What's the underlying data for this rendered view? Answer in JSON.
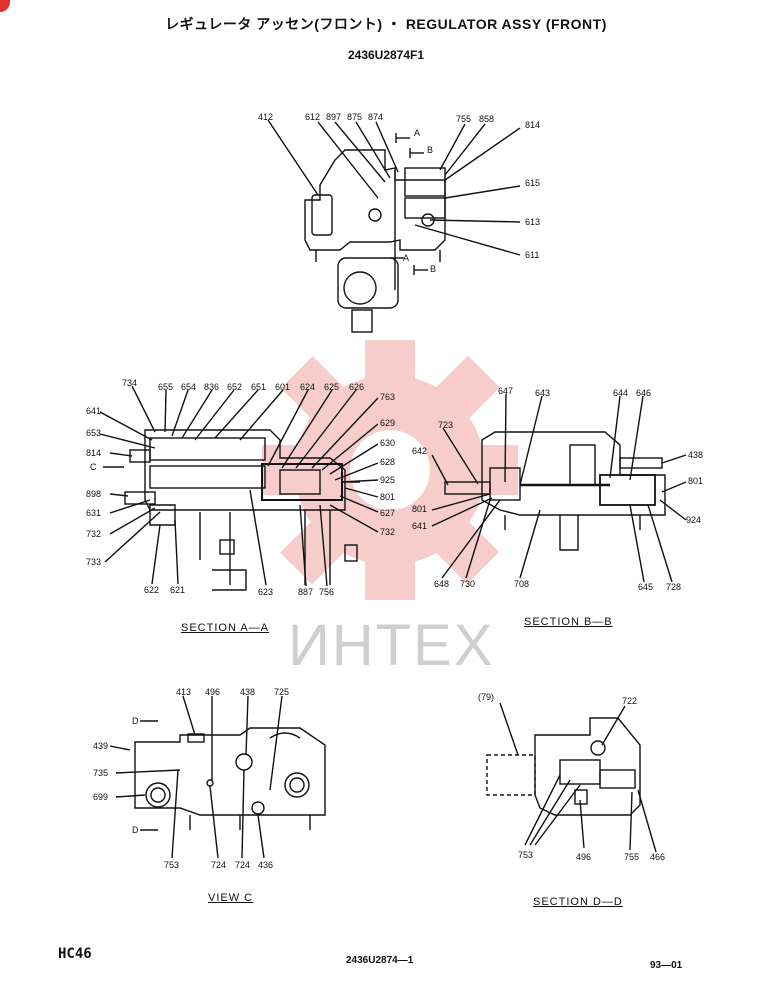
{
  "header": {
    "title": "レギュレータ アッセン(フロント) ・ REGULATOR ASSY (FRONT)",
    "drawing_code": "2436U2874F1"
  },
  "top_view": {
    "labels": [
      "412",
      "612",
      "897",
      "875",
      "874",
      "755",
      "858",
      "814",
      "615",
      "613",
      "611"
    ],
    "arrows": [
      "A",
      "B",
      "A",
      "B"
    ]
  },
  "section_aa": {
    "caption": "SECTION A—A",
    "labels": [
      "734",
      "655",
      "654",
      "836",
      "652",
      "651",
      "601",
      "624",
      "625",
      "626",
      "763",
      "641",
      "653",
      "629",
      "630",
      "814",
      "628",
      "925",
      "801",
      "898",
      "627",
      "631",
      "732",
      "732",
      "733",
      "622",
      "621",
      "623",
      "887",
      "756"
    ],
    "arrow": "C"
  },
  "section_bb": {
    "caption": "SECTION B—B",
    "labels": [
      "647",
      "643",
      "644",
      "646",
      "723",
      "438",
      "642",
      "801",
      "801",
      "641",
      "924",
      "648",
      "730",
      "708",
      "645",
      "728"
    ]
  },
  "view_c": {
    "caption": "VIEW C",
    "labels": [
      "413",
      "496",
      "438",
      "725",
      "439",
      "735",
      "699",
      "753",
      "724",
      "724",
      "436"
    ],
    "arrows": [
      "D",
      "D"
    ]
  },
  "section_dd": {
    "caption": "SECTION D—D",
    "labels": [
      "(79)",
      "722",
      "753",
      "496",
      "755",
      "466"
    ]
  },
  "footer": {
    "model": "HC46",
    "part_no": "2436U2874—1",
    "page": "93—01"
  },
  "watermark": {
    "text": "ИНТЕХ",
    "color": "#e8716b"
  }
}
